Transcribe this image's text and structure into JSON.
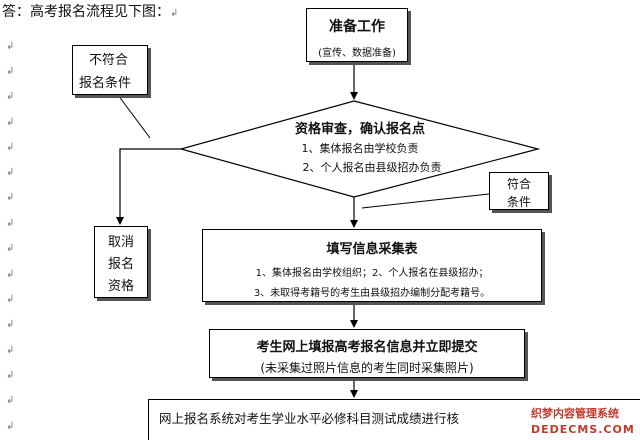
{
  "doc": {
    "header": "答：高考报名流程见下图：",
    "para_mark": "↲"
  },
  "flow": {
    "prep": {
      "title": "准备工作",
      "sub": "(宣传、数据准备)"
    },
    "review": {
      "title": "资格审查，确认报名点",
      "line1": "1、集体报名由学校负责",
      "line2": "2、个人报名由县级招办负责"
    },
    "not_meet": {
      "line1": "不符合",
      "line2": "报名条件"
    },
    "meet": {
      "line1": "符合",
      "line2": "条件"
    },
    "cancel": {
      "line1": "取消",
      "line2": "报名",
      "line3": "资格"
    },
    "fill": {
      "title": "填写信息采集表",
      "line1": "1、集体报名由学校组织；2、个人报名在县级招办；",
      "line2": "3、未取得考籍号的考生由县级招办编制分配考籍号。"
    },
    "online": {
      "title": "考生网上填报高考报名信息并立即提交",
      "sub": "(未采集过照片信息的考生同时采集照片)"
    },
    "system": {
      "text": "网上报名系统对考生学业水平必修科目测试成绩进行核"
    }
  },
  "watermark": {
    "line1": "织梦内容管理系统",
    "line2": "DEDECMS.COM",
    "color": "#c0392b"
  }
}
